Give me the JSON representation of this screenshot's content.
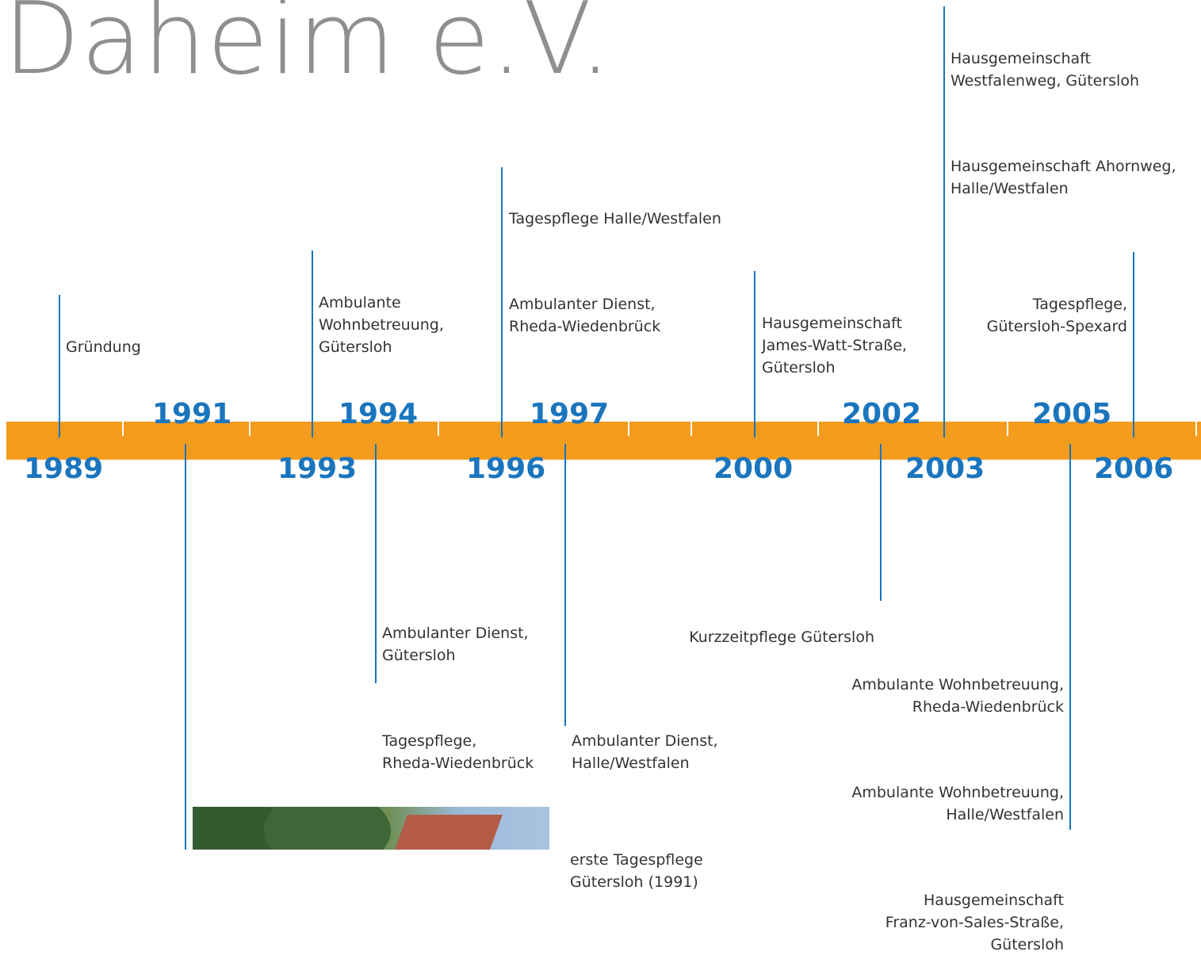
{
  "title": "Daheim e.V.",
  "colors": {
    "timeline_bar": "#f49c1e",
    "year_text": "#1a75bd",
    "connector_line": "#1a75bd",
    "title_text": "#8f8f91",
    "event_text": "#333333"
  },
  "years": {
    "y1989": "1989",
    "y1991": "1991",
    "y1993": "1993",
    "y1994": "1994",
    "y1996": "1996",
    "y1997": "1997",
    "y2000": "2000",
    "y2002": "2002",
    "y2003": "2003",
    "y2005": "2005",
    "y2006": "2006"
  },
  "events": {
    "e1989": [
      "Gründung"
    ],
    "e1993": [
      "Ambulante\nWohnbetreuung,\nGütersloh"
    ],
    "e1996": [
      "Tagespflege Halle/Westfalen",
      "Ambulanter Dienst,\nRheda-Wiedenbrück"
    ],
    "e2000": [
      "Hausgemeinschaft\nJames-Watt-Straße,\nGütersloh"
    ],
    "e2003": [
      "Hausgemeinschaft\nWestfalenweg, Gütersloh",
      "Hausgemeinschaft Ahornweg,\nHalle/Westfalen"
    ],
    "e2006": [
      "Tagespflege,\nGütersloh-Spexard"
    ],
    "e1994": [
      "Ambulanter Dienst,\nGütersloh",
      "Tagespflege,\nRheda-Wiedenbrück"
    ],
    "e1997": [
      "Ambulanter Dienst,\nHalle/Westfalen"
    ],
    "e2002": [
      "Kurzzeitpflege Gütersloh"
    ],
    "e2005": [
      "Ambulante Wohnbetreuung,\nRheda-Wiedenbrück",
      "Ambulante Wohnbetreuung,\nHalle/Westfalen",
      "Hausgemeinschaft\nFranz-von-Sales-Straße,\nGütersloh"
    ]
  },
  "photo": {
    "caption": "erste Tagespflege\nGütersloh (1991)"
  }
}
